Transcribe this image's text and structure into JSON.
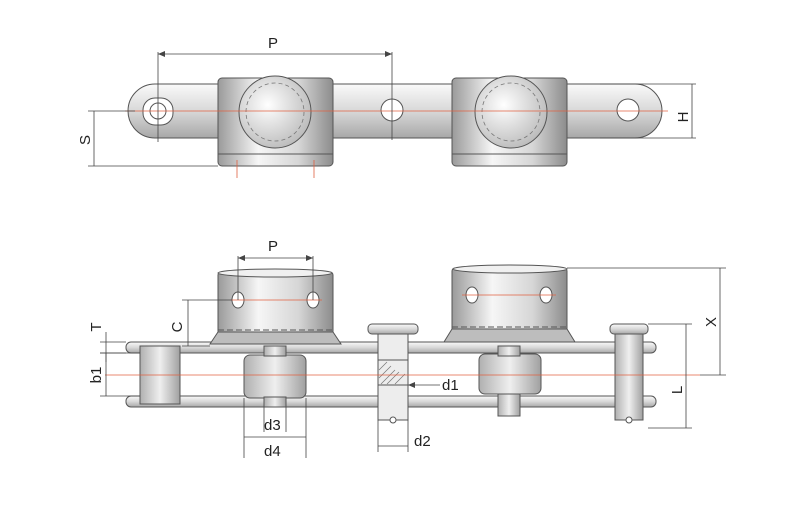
{
  "figure": {
    "top_view": {
      "labels": {
        "pitch": "P",
        "height": "H",
        "offset": "S"
      }
    },
    "side_view": {
      "labels": {
        "pitch": "P",
        "thickness": "T",
        "c_dim": "C",
        "inner_width": "b1",
        "attachment_height": "X",
        "pin_length": "L",
        "pin_diameter": "d1",
        "pin_head_diameter": "d2",
        "roller_diameter": "d3",
        "flange_diameter": "d4"
      }
    }
  },
  "colors": {
    "metal_light": "#f4f4f4",
    "metal_mid": "#cfcfcf",
    "metal_dark": "#9a9a9a",
    "outline": "#555555",
    "center_line": "#e06040",
    "dimension_line": "#444444"
  }
}
